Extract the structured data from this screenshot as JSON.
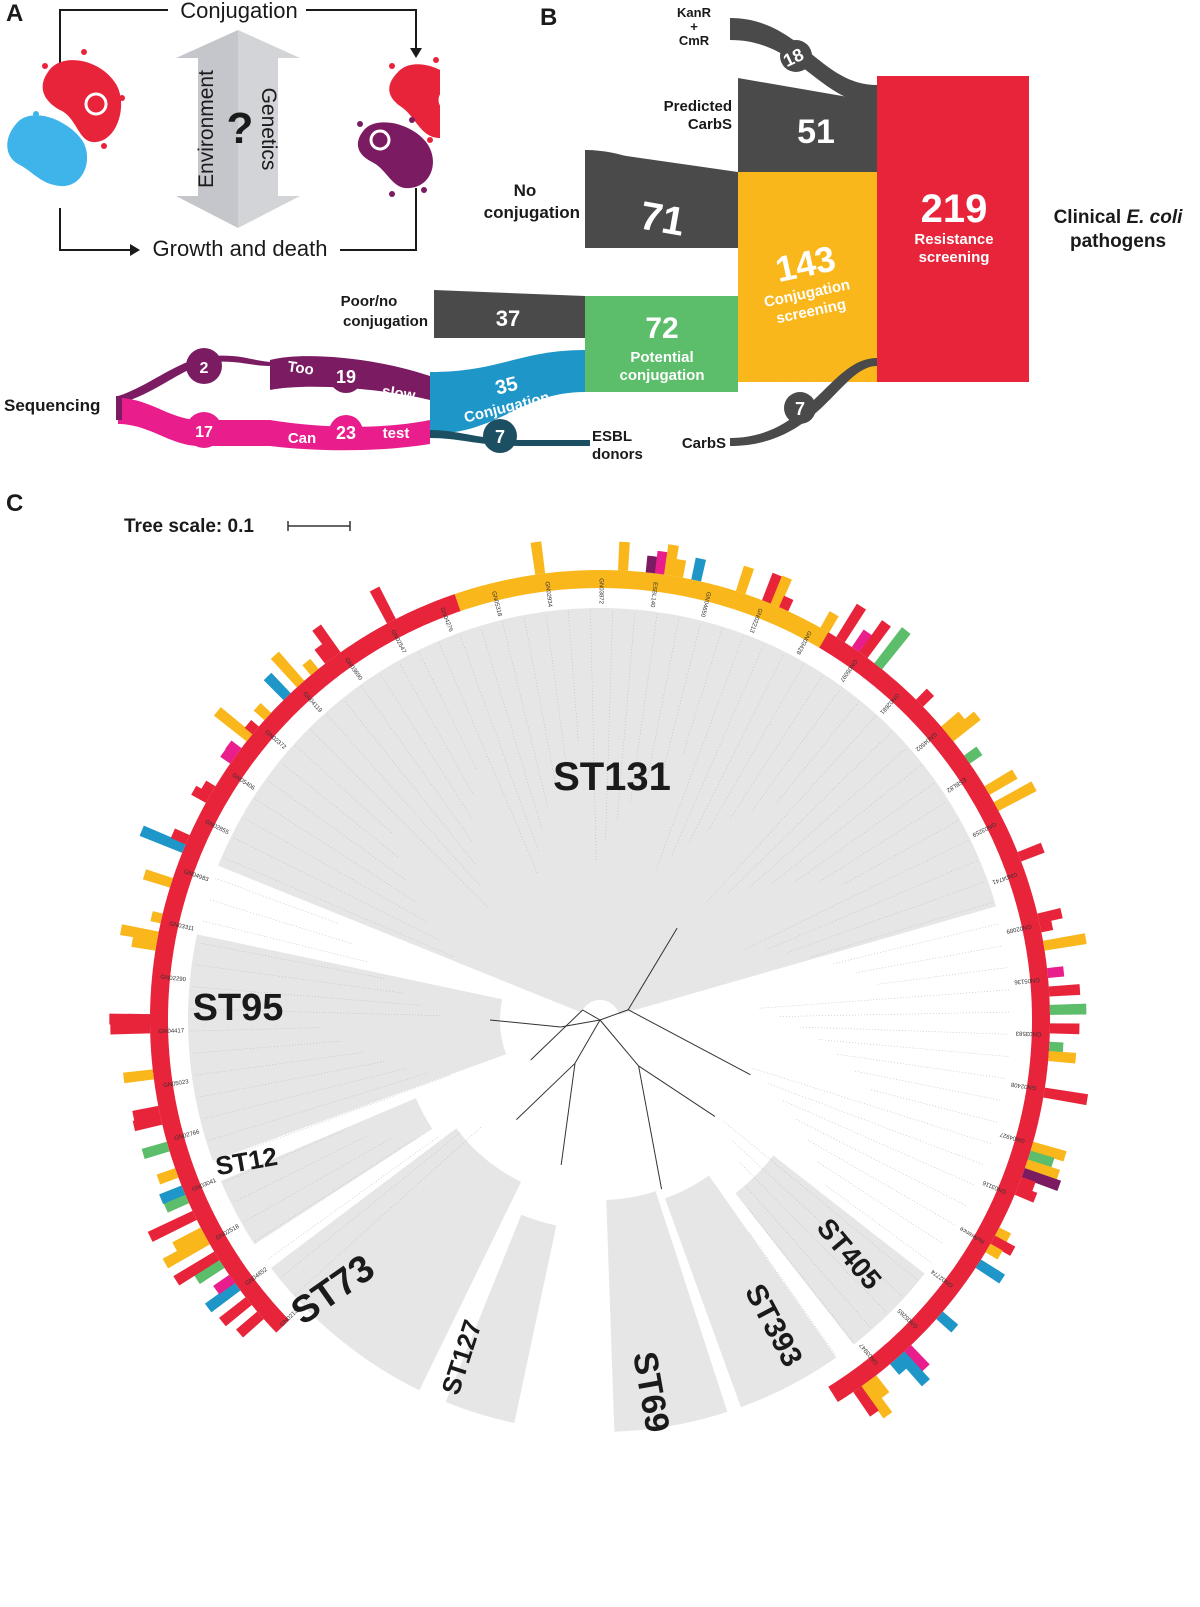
{
  "colors": {
    "red": "#e8243a",
    "pink": "#e91e8c",
    "grey": "#4a4a4a",
    "orange": "#f9b71b",
    "green": "#5cbd6a",
    "blue": "#1e96c8",
    "navy": "#1d4f63",
    "purple": "#7b1c63",
    "cyan": "#3fb4ea",
    "wedge": "#e6e6e6"
  },
  "panel_a": {
    "letter": "A",
    "top_label": "Conjugation",
    "bottom_label": "Growth and death",
    "left_label": "Environment",
    "right_label": "Genetics",
    "center_symbol": "?"
  },
  "panel_b": {
    "letter": "B",
    "right_label_line1": "Clinical ",
    "right_label_italic": "E. coli",
    "right_label_line2": "pathogens",
    "nodes": {
      "clinical": {
        "value": "219",
        "line1": "Resistance",
        "line2": "screening"
      },
      "conj": {
        "value": "143",
        "line1": "Conjugation",
        "line2": "screening"
      },
      "potential": {
        "value": "72",
        "line1": "Potential",
        "line2": "conjugation"
      },
      "conjugation": {
        "value": "35",
        "label": "Conjugation"
      }
    },
    "flows": {
      "kanr": {
        "value": "18",
        "label_line1": "KanR",
        "label_line2": "+",
        "label_line3": "CmR"
      },
      "predicted": {
        "value": "51",
        "label_line1": "Predicted",
        "label_line2": "CarbS"
      },
      "noconj": {
        "value": "71",
        "label_line1": "No",
        "label_line2": "conjugation"
      },
      "poor": {
        "value": "37",
        "label_line1": "Poor/no",
        "label_line2": "conjugation"
      },
      "carbs": {
        "value": "7",
        "label": "CarbS"
      },
      "esbl": {
        "value": "7",
        "label_line1": "ESBL",
        "label_line2": "donors"
      },
      "tooslow": {
        "value": "19",
        "w1": "Too",
        "w2": "slow"
      },
      "cantest": {
        "value": "23",
        "w1": "Can",
        "w2": "test"
      },
      "seq_top": {
        "value": "2"
      },
      "seq_bottom": {
        "value": "17"
      },
      "sequencing": {
        "label": "Sequencing"
      }
    }
  },
  "panel_c": {
    "letter": "C",
    "scale_label": "Tree scale: 0.1",
    "clades": [
      "ST131",
      "ST95",
      "ST12",
      "ST73",
      "ST127",
      "ST69",
      "ST393",
      "ST405"
    ],
    "tip_labels": [
      "GN02137",
      "GN04852",
      "GN02518",
      "GN03041",
      "GN02766",
      "GN05023",
      "GN04417",
      "GN02290",
      "GN03311",
      "GN04983",
      "GN02855",
      "GN05406",
      "GN02372",
      "GN04119",
      "GN03690",
      "GN02547",
      "GN04276",
      "GN05318",
      "GN02934",
      "GN03872",
      "ESBL140",
      "GN04650",
      "GN02213",
      "GN03428",
      "GN05097",
      "GN02681",
      "GN04502",
      "ESBL82",
      "GN03259",
      "GN04741",
      "GN02089",
      "GN05136",
      "GN03583",
      "GN02408",
      "GN04927",
      "GN03116",
      "Reference",
      "GN02774",
      "GN05265",
      "GN03947"
    ]
  }
}
